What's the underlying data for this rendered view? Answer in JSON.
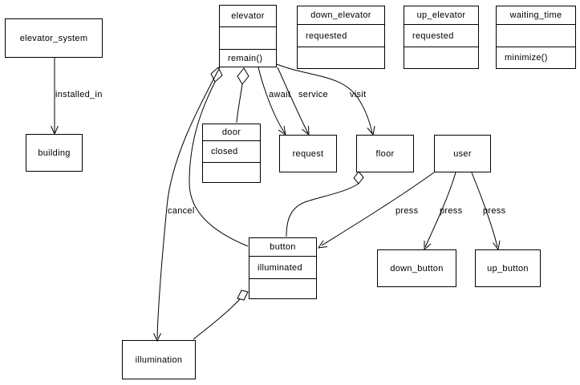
{
  "diagram": {
    "type": "uml-class-diagram",
    "colors": {
      "stroke": "#000000",
      "background": "#ffffff"
    },
    "classes": {
      "elevator_system": {
        "title": "elevator_system"
      },
      "building": {
        "title": "building"
      },
      "elevator": {
        "title": "elevator",
        "attributes": "",
        "operations": "remain()"
      },
      "down_elevator": {
        "title": "down_elevator",
        "attributes": "requested",
        "operations": ""
      },
      "up_elevator": {
        "title": "up_elevator",
        "attributes": "requested",
        "operations": ""
      },
      "waiting_time": {
        "title": "waiting_time",
        "attributes": "",
        "operations": "minimize()"
      },
      "door": {
        "title": "door",
        "attributes": "closed",
        "operations": ""
      },
      "request": {
        "title": "request"
      },
      "floor": {
        "title": "floor"
      },
      "user": {
        "title": "user"
      },
      "button": {
        "title": "button",
        "attributes": "illuminated",
        "operations": ""
      },
      "down_button": {
        "title": "down_button"
      },
      "up_button": {
        "title": "up_button"
      },
      "illumination": {
        "title": "illumination"
      }
    },
    "relations": [
      {
        "from": "elevator_system",
        "to": "building",
        "label": "installed_in",
        "type": "arrow"
      },
      {
        "from": "elevator",
        "to": "door",
        "label": "",
        "type": "aggregation"
      },
      {
        "from": "elevator",
        "to": "request",
        "label": "await",
        "type": "arrow"
      },
      {
        "from": "elevator",
        "to": "request",
        "label": "service",
        "type": "arrow"
      },
      {
        "from": "elevator",
        "to": "floor",
        "label": "visit",
        "type": "arrow"
      },
      {
        "from": "elevator",
        "to": "button",
        "label": "",
        "type": "aggregation"
      },
      {
        "from": "elevator",
        "to": "illumination",
        "label": "cancel",
        "type": "arrow"
      },
      {
        "from": "floor",
        "to": "button",
        "label": "",
        "type": "aggregation"
      },
      {
        "from": "user",
        "to": "button",
        "label": "press",
        "type": "arrow"
      },
      {
        "from": "user",
        "to": "down_button",
        "label": "press",
        "type": "arrow"
      },
      {
        "from": "user",
        "to": "up_button",
        "label": "press",
        "type": "arrow"
      },
      {
        "from": "button",
        "to": "illumination",
        "label": "",
        "type": "aggregation"
      }
    ]
  }
}
